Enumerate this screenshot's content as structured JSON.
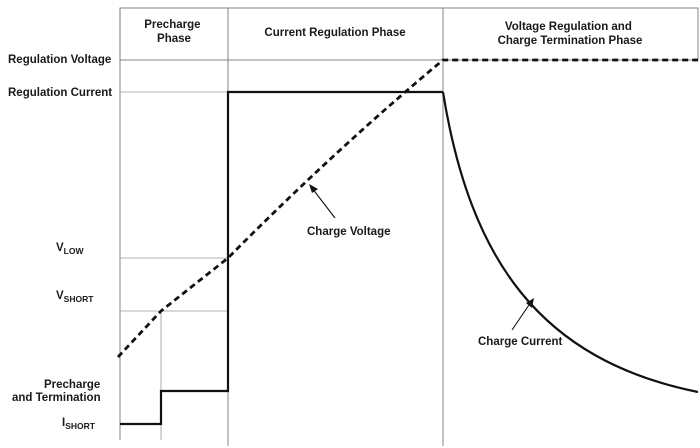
{
  "phases": {
    "precharge": [
      "Precharge",
      "Phase"
    ],
    "current_regulation": "Current Regulation Phase",
    "voltage_regulation": [
      "Voltage Regulation and",
      "Charge Termination Phase"
    ]
  },
  "y_labels": {
    "regulation_voltage": "Regulation Voltage",
    "regulation_current": "Regulation Current",
    "v_low": {
      "main": "V",
      "sub": "LOW"
    },
    "v_short": {
      "main": "V",
      "sub": "SHORT"
    },
    "precharge_termination": [
      "Precharge",
      "and Termination"
    ],
    "i_short": {
      "main": "I",
      "sub": "SHORT"
    }
  },
  "annotations": {
    "charge_voltage": "Charge Voltage",
    "charge_current": "Charge Current"
  }
}
